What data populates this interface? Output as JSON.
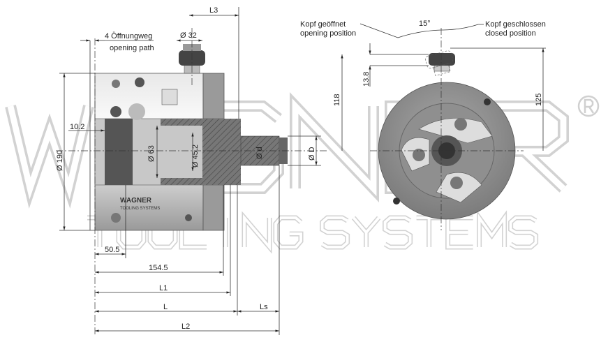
{
  "watermark": {
    "brand": "WAGNER",
    "sub": "TOOLING SYSTEMS",
    "reg": "®"
  },
  "side_view": {
    "logo": "WAGNER",
    "logo_sub": "TOOLING SYSTEMS",
    "dims": {
      "L3": "L3",
      "d32": "Ø 32",
      "opening_de": "4 Öffnungweg",
      "opening_en": "opening path",
      "d10_2": "10.2",
      "d190": "Ø 190",
      "d63": "Ø 63",
      "d45_2": "Ø 45.2",
      "dd": "Ø d",
      "dD": "Ø D",
      "d50_5": "50.5",
      "d154_5": "154.5",
      "L1": "L1",
      "L": "L",
      "Ls": "Ls",
      "L2": "L2"
    }
  },
  "front_view": {
    "open_de": "Kopf geöffnet",
    "open_en": "opening position",
    "closed_de": "Kopf geschlossen",
    "closed_en": "closed position",
    "angle": "15°",
    "d13_8": "13.8",
    "d118": "118",
    "d125": "125"
  }
}
